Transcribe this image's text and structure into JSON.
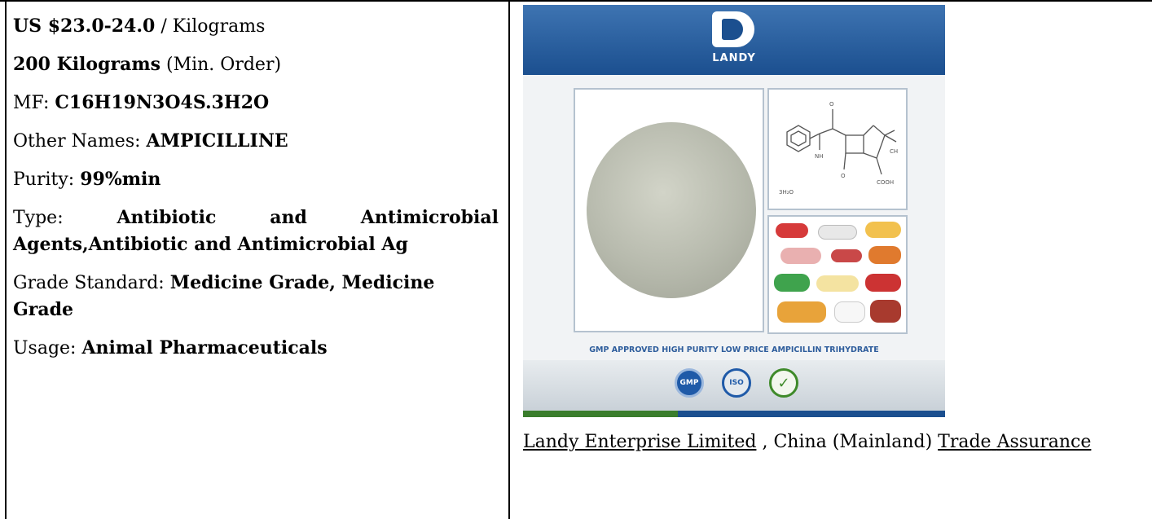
{
  "left": {
    "price": {
      "value": "US $23.0-24.0",
      "unit": "/ Kilograms"
    },
    "min_order": {
      "value": "200 Kilograms",
      "note": "(Min. Order)"
    },
    "mf": {
      "label": "MF:",
      "value": "C16H19N3O4S.3H2O"
    },
    "other_names": {
      "label": "Other Names:",
      "value": "AMPICILLINE"
    },
    "purity": {
      "label": "Purity:",
      "value": "99%min"
    },
    "type": {
      "label": "Type:",
      "value_line1_a": "Antibiotic",
      "value_line1_b": "and",
      "value_line1_c": "Antimicrobial",
      "value_line2": "Agents,Antibiotic and Antimicrobial Ag"
    },
    "grade": {
      "label": "Grade Standard:",
      "value_line1": "Medicine Grade, Medicine",
      "value_line2": "Grade"
    },
    "usage": {
      "label": "Usage:",
      "value": "Animal Pharmaceuticals"
    }
  },
  "right": {
    "image": {
      "logo_text": "LANDY",
      "caption": "GMP APPROVED HIGH PURITY LOW PRICE AMPICILLIN TRIHYDRATE",
      "badges": [
        "GMP",
        "ISO",
        "✓"
      ],
      "colors": {
        "header_blue": "#1b4f8f",
        "accent_green": "#3a7d2c"
      }
    },
    "supplier": {
      "company": "Landy Enterprise Limited",
      "separator": ",",
      "location": "China (Mainland)",
      "trade_word": "Trade",
      "assurance_word": "Assurance"
    }
  }
}
